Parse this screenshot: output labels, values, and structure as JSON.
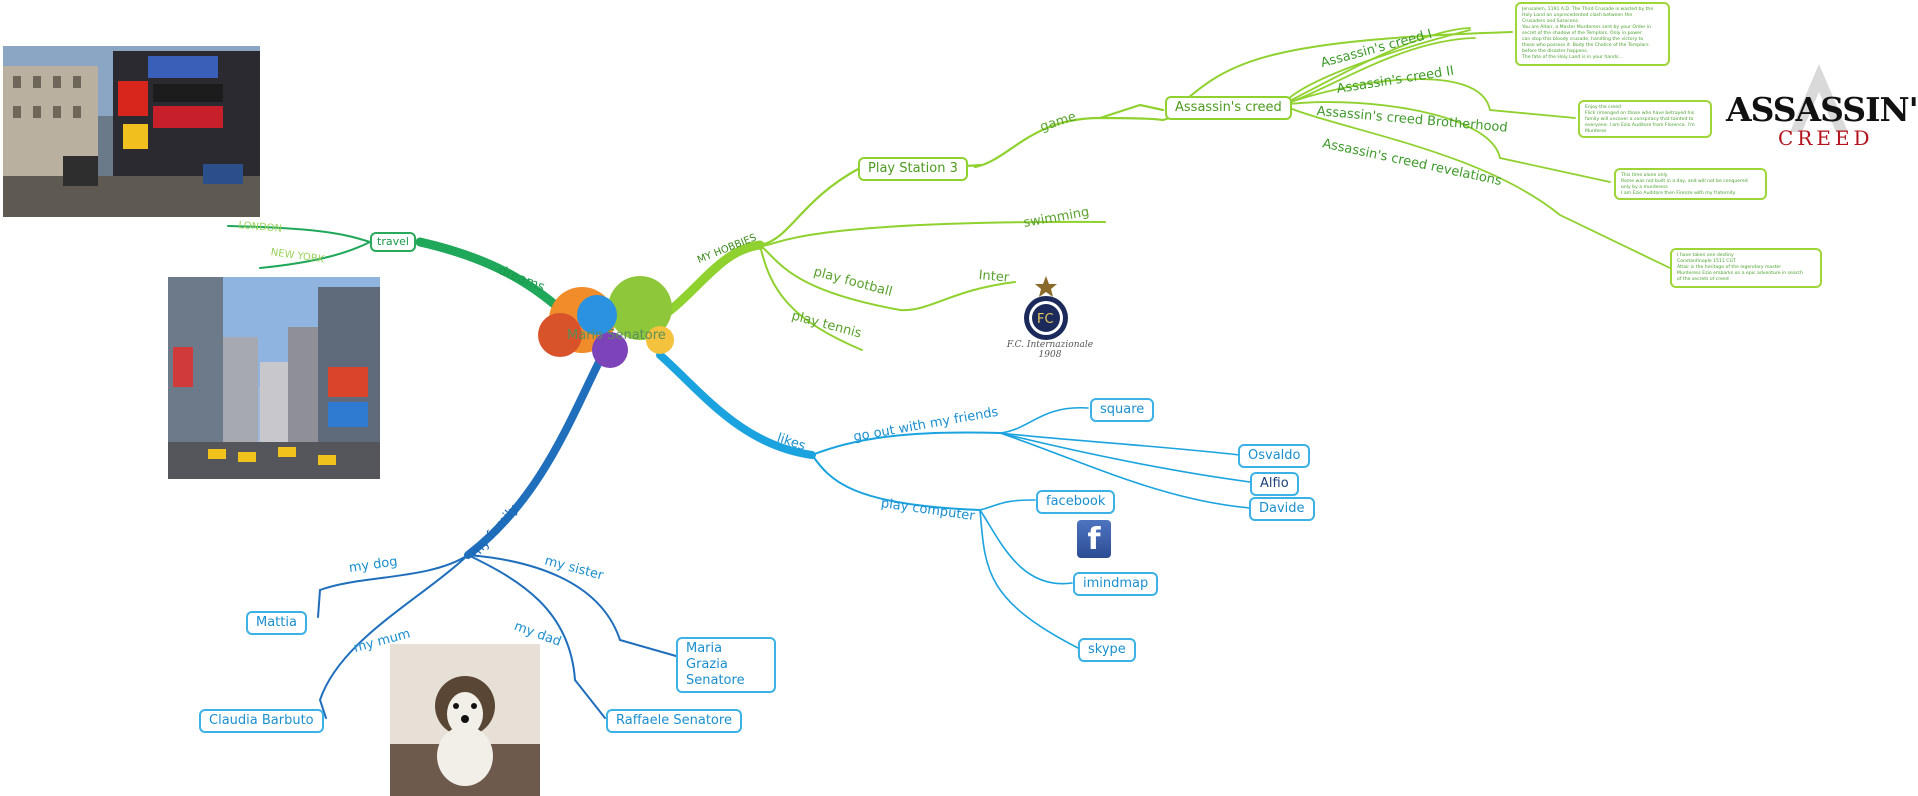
{
  "central": {
    "label": "Mario Senatore"
  },
  "branches": {
    "hobbies": "MY HOBBIES",
    "dreams": "dreams",
    "likes": "likes",
    "family": "my family"
  },
  "hobbies": {
    "game_label": "game",
    "ps3": "Play Station 3",
    "ac_main": "Assassin's creed",
    "ac_titles": [
      "Assassin's creed I",
      "Assassin's creed II",
      "Assassin's creed Brotherhood",
      "Assassin's creed revelations"
    ],
    "swimming": "swimming",
    "football": "play football",
    "inter": "Inter",
    "tennis": "play tennis",
    "notes": [
      [
        "Jerusalem, 1191 A.D. The Third Crusade is wasted by the",
        "Holy Land an unprecedented clash between the",
        "Crusaders and Saracens.",
        "You are Altair, a Master Murderess sent by your Order in",
        "secret of the shadow of the Templars. Only in power",
        "can stop this bloody crusade, handling the victory to",
        "those who possess it. Body the Chalice of the Templars",
        "before the disaster happens.",
        "The fate of the Holy Land is in your hands..."
      ],
      [
        "Enjoy the creed",
        "Flick rimenged on those who have betrayed his",
        "family will uncover a conspiracy that tainted to",
        "everyone. I am Ezio Auditore from Florence. I'm",
        "Murderes"
      ],
      [
        "This time alone only",
        "Rome was not built in a day, and will not be conquered",
        "only by a murderess",
        "I am Ezio Auditore then Firenze with my fraternity"
      ],
      [
        "I have taken one destiny",
        "Constantinople 1511 CGT",
        "Altair is the heritage of the legendary master",
        "Murderess Ezio embarks on a epic adventure in search",
        "of the secrets of creed"
      ]
    ],
    "ac_logo": [
      "ASSASSIN'S",
      "CREED"
    ],
    "inter_logo": "F.C. Internazionale 1908"
  },
  "dreams": {
    "travel": "travel",
    "cities": [
      "LONDON",
      "NEW YORK"
    ]
  },
  "likes": {
    "friends_label": "go out with my friends",
    "friends": [
      "square",
      "Osvaldo",
      "Alfio",
      "Davide"
    ],
    "computer_label": "play computer",
    "computer": [
      "facebook",
      "imindmap",
      "skype"
    ]
  },
  "family": {
    "dog_label": "my dog",
    "dog": "Mattia",
    "mum_label": "my mum",
    "mum": "Claudia Barbuto",
    "dad_label": "my dad",
    "dad": "Raffaele Senatore",
    "sister_label": "my sister",
    "sister": "Maria Grazia Senatore"
  },
  "colors": {
    "hobbies": "#8fd12e",
    "dreams": "#1fa85a",
    "likes": "#1aa3df",
    "family": "#1f6fbd"
  }
}
